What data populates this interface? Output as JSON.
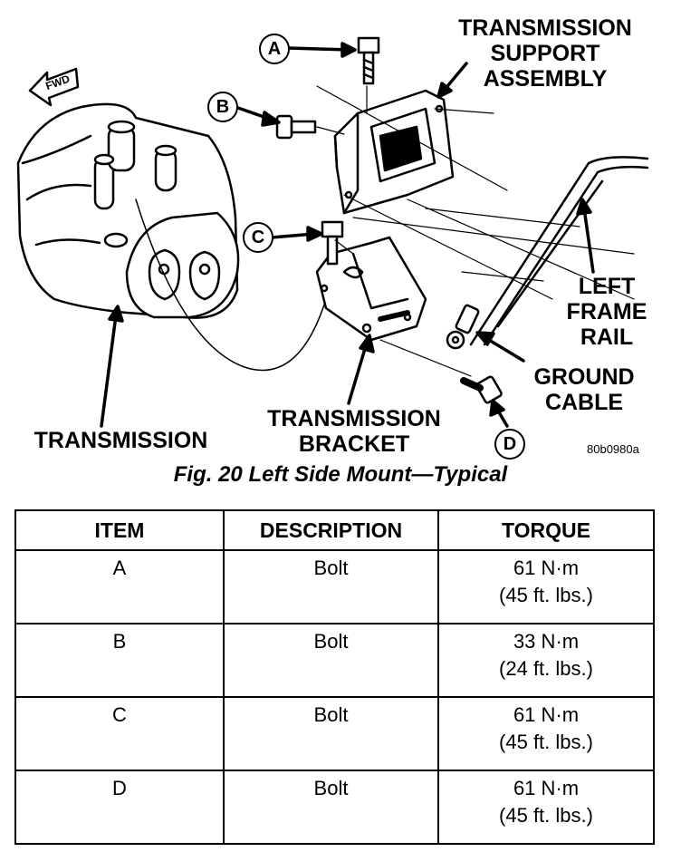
{
  "figure": {
    "labels": {
      "support": [
        "TRANSMISSION",
        "SUPPORT",
        "ASSEMBLY"
      ],
      "frame_rail": [
        "LEFT",
        "FRAME",
        "RAIL"
      ],
      "ground_cable": [
        "GROUND",
        "CABLE"
      ],
      "transmission": "TRANSMISSION",
      "bracket": [
        "TRANSMISSION",
        "BRACKET"
      ],
      "fwd": "FWD",
      "figure_code": "80b0980a"
    },
    "callouts": [
      "A",
      "B",
      "C",
      "D"
    ]
  },
  "caption": "Fig. 20 Left Side Mount—Typical",
  "table": {
    "headers": [
      "ITEM",
      "DESCRIPTION",
      "TORQUE"
    ],
    "rows": [
      {
        "item": "A",
        "description": "Bolt",
        "torque_metric": "61 N·m",
        "torque_imperial": "(45 ft. lbs.)"
      },
      {
        "item": "B",
        "description": "Bolt",
        "torque_metric": "33 N·m",
        "torque_imperial": "(24 ft. lbs.)"
      },
      {
        "item": "C",
        "description": "Bolt",
        "torque_metric": "61 N·m",
        "torque_imperial": "(45 ft. lbs.)"
      },
      {
        "item": "D",
        "description": "Bolt",
        "torque_metric": "61 N·m",
        "torque_imperial": "(45 ft. lbs.)"
      }
    ]
  }
}
